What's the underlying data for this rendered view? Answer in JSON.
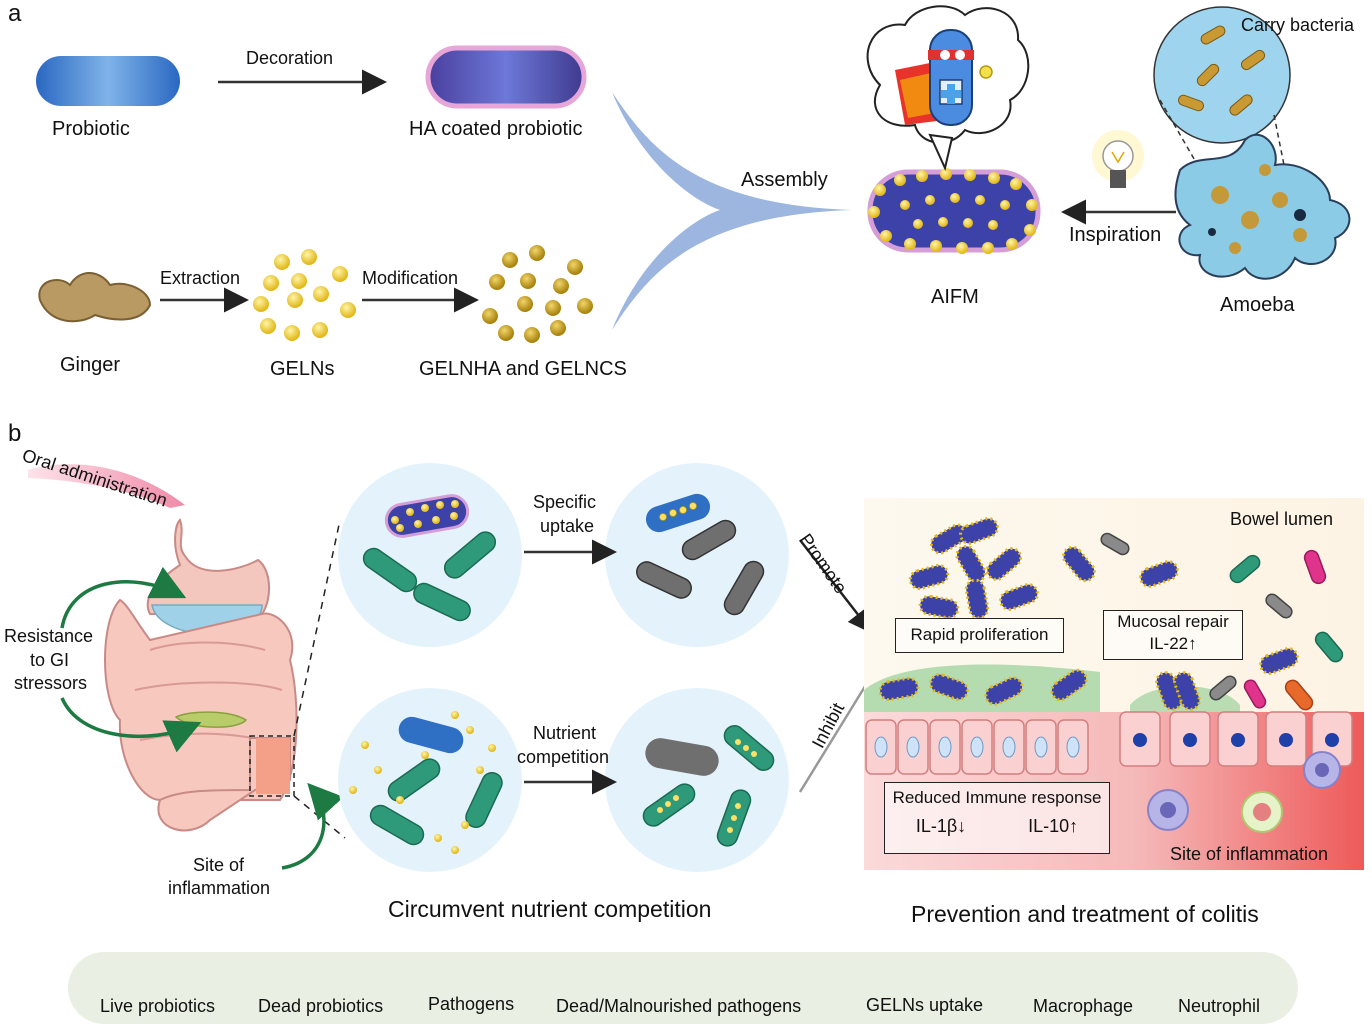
{
  "panel_a": {
    "label": "a",
    "probiotic": "Probiotic",
    "decoration": "Decoration",
    "ha_coated": "HA coated probiotic",
    "ginger": "Ginger",
    "extraction": "Extraction",
    "gelns": "GELNs",
    "modification": "Modification",
    "gelnha": "GELNHA and GELNCS",
    "assembly": "Assembly",
    "aifm": "AIFM",
    "inspiration": "Inspiration",
    "amoeba": "Amoeba",
    "carry_bacteria": "Carry bacteria"
  },
  "panel_b": {
    "label": "b",
    "oral_admin": "Oral administration",
    "resistance": [
      "Resistance",
      "to GI",
      "stressors"
    ],
    "site_of_inflammation": [
      "Site of",
      "inflammation"
    ],
    "specific_uptake": [
      "Specific",
      "uptake"
    ],
    "nutrient_competition": [
      "Nutrient",
      "competition"
    ],
    "circumvent": "Circumvent nutrient competition",
    "promote": "Promote",
    "inhibit": "Inhibit",
    "bowel_lumen": "Bowel lumen",
    "rapid_prolif": "Rapid proliferation",
    "mucosal_repair": [
      "Mucosal repair",
      "IL-22↑"
    ],
    "reduced_immune": "Reduced Immune response",
    "il1b": "IL-1β↓",
    "il10": "IL-10↑",
    "site_inflam_right": "Site of inflammation",
    "prevention": "Prevention and treatment of colitis"
  },
  "legend": {
    "live": "Live probiotics",
    "dead": "Dead probiotics",
    "pathogens": "Pathogens",
    "dead_path": "Dead/Malnourished pathogens",
    "gelns_uptake": "GELNs uptake",
    "macrophage": "Macrophage",
    "neutrophil": "Neutrophil"
  },
  "colors": {
    "probiotic_blue": "#2f6fc4",
    "ha_purple": "#4a3f9e",
    "gold": "#e8c21c",
    "pathogen_teal": "#2e9a7a",
    "dead_grey": "#6f6f6f",
    "inflammation_red": "#e8505a"
  }
}
